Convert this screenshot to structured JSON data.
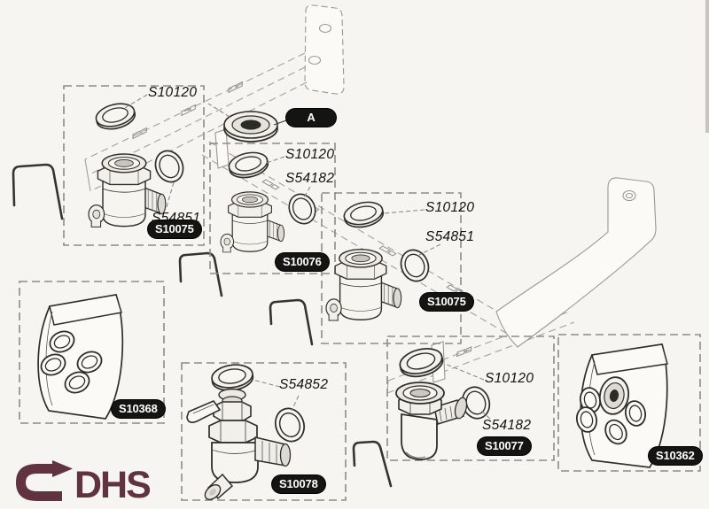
{
  "page": {
    "title": "Valve kit exploded parts diagram",
    "background": "#f6f5f1",
    "ink": "#2f2e2b",
    "hidden_line": "#a3a199",
    "box_dash": "#8d8b84",
    "badge_bg": "#141412",
    "badge_fg": "#ffffff"
  },
  "callout_a": {
    "label": "A"
  },
  "panels": {
    "p1": {
      "badge": "S10075",
      "label1": "S10120",
      "label2": "S54851"
    },
    "p2": {
      "badge": "S10076",
      "label1": "S10120",
      "label2": "S54182"
    },
    "p3": {
      "badge": "S10075",
      "label1": "S10120",
      "label2": "S54851"
    },
    "p4": {
      "badge": "S10368"
    },
    "p5": {
      "badge": "S10078",
      "label1": "S54852"
    },
    "p6": {
      "badge": "S10077",
      "label1": "S10120",
      "label2": "S54182"
    },
    "p7": {
      "badge": "S10362"
    }
  },
  "logo": {
    "text": "DHS",
    "color": "#613340"
  }
}
